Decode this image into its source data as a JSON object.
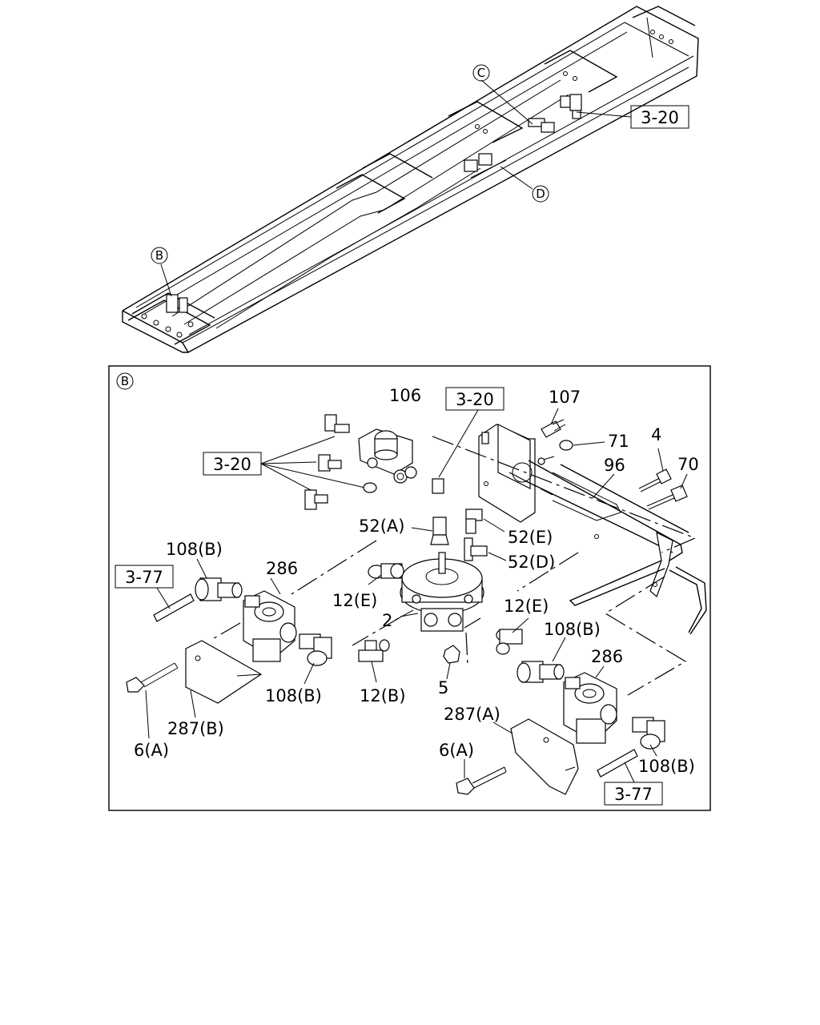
{
  "callouts": {
    "B": "B",
    "C": "C",
    "D": "D"
  },
  "refs": {
    "top_3_20": "3-20",
    "detail_3_20_a": "3-20",
    "detail_3_20_b": "3-20",
    "ref_3_77_left": "3-77",
    "ref_3_77_right": "3-77"
  },
  "detail_tag": "B",
  "parts": {
    "p106": "106",
    "p107": "107",
    "p71": "71",
    "p4": "4",
    "p70": "70",
    "p96": "96",
    "p52a": "52(A)",
    "p52e": "52(E)",
    "p52d": "52(D)",
    "p108b_1": "108(B)",
    "p286_1": "286",
    "p12e_1": "12(E)",
    "p2": "2",
    "p12e_2": "12(E)",
    "p108b_2": "108(B)",
    "p286_2": "286",
    "p108b_3": "108(B)",
    "p12b": "12(B)",
    "p5": "5",
    "p287a": "287(A)",
    "p287b": "287(B)",
    "p6a_1": "6(A)",
    "p6a_2": "6(A)",
    "p108b_4": "108(B)"
  }
}
